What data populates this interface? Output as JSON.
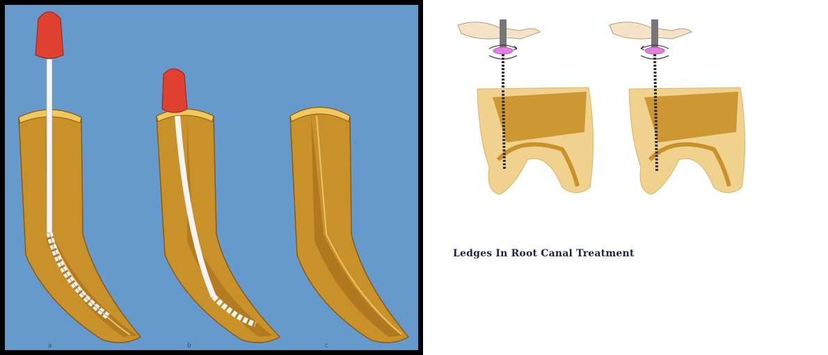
{
  "colors": {
    "background_left": "#6699cc",
    "border": "#000000",
    "tooth_body": "#c9912a",
    "tooth_light": "#f0d18e",
    "tooth_dark": "#8a5a12",
    "crown_top": "#f0c860",
    "file_handle": "#e04030",
    "rubber_stop": "#e080e0",
    "file_shaft": "#f4f4f4",
    "caption_text": "#1e2440"
  },
  "left_panel": {
    "figures": [
      {
        "label": "a",
        "icon": "tooth-root-with-file-icon"
      },
      {
        "label": "b",
        "icon": "tooth-root-with-file-icon"
      },
      {
        "label": "c",
        "icon": "empty-tooth-root-icon"
      }
    ]
  },
  "right_panel": {
    "figures": [
      {
        "icon": "hand-rotating-file-icon"
      },
      {
        "icon": "hand-rotating-file-icon"
      }
    ],
    "caption": "Ledges In Root Canal Treatment"
  }
}
